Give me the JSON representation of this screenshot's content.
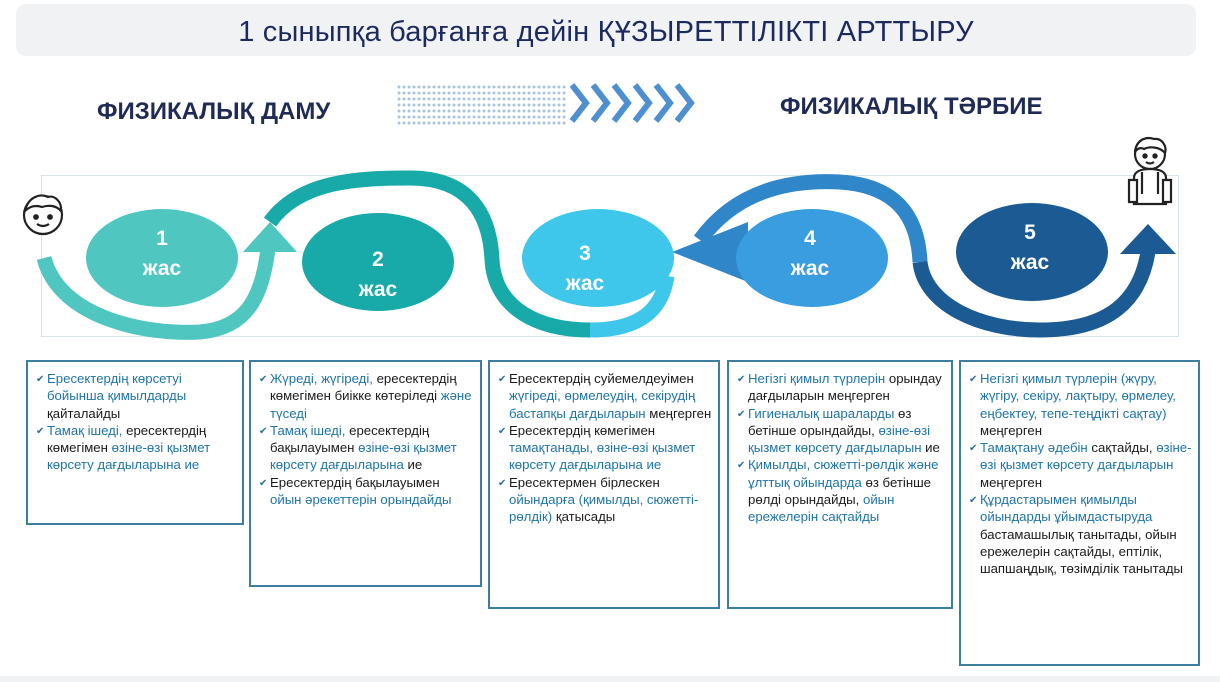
{
  "title": "1 сыныпқа барғанға дейін ҚҰЗЫРЕТТІЛІКТІ АРТТЫРУ",
  "left_heading": "ФИЗИКАЛЫҚ ДАМУ",
  "right_heading": "ФИЗИКАЛЫҚ ТӘРБИЕ",
  "icons": {
    "start": "child-face-icon",
    "end": "child-with-backpack-icon",
    "progress": "chevron-arrows-icon"
  },
  "colors": {
    "title_text": "#1d2a5e",
    "age1": "#4fc7c0",
    "age2": "#17aaa8",
    "age3": "#3ec7ea",
    "age4": "#3a9de0",
    "age5": "#1c5a93",
    "arrow_teal": "#1aa9a4",
    "arrow_blue": "#2f86c9",
    "arrow_navy": "#1c5a93"
  },
  "stages": [
    {
      "number": "1",
      "label": "жас"
    },
    {
      "number": "2",
      "label": "жас"
    },
    {
      "number": "3",
      "label": "жас"
    },
    {
      "number": "4",
      "label": "жас"
    },
    {
      "number": "5",
      "label": "жас"
    }
  ],
  "boxes": [
    {
      "items": [
        [
          {
            "t": "Ересектердің көрсетуі бойынша қимылдарды",
            "c": "blue"
          },
          {
            "t": " қайталайды",
            "c": "dark"
          }
        ],
        [
          {
            "t": "Тамақ ішеді, ",
            "c": "blue"
          },
          {
            "t": "ересектердің көмегімен ",
            "c": "dark"
          },
          {
            "t": "өзіне-өзі қызмет көрсету дағдыларына ие",
            "c": "blue"
          }
        ]
      ]
    },
    {
      "items": [
        [
          {
            "t": "Жүреді, жүгіреді, ",
            "c": "blue"
          },
          {
            "t": "ересектердің көмегімен биікке көтеріледі ",
            "c": "dark"
          },
          {
            "t": "және түседі",
            "c": "blue"
          }
        ],
        [
          {
            "t": "Тамақ ішеді, ",
            "c": "blue"
          },
          {
            "t": "ересектердің бақылауымен ",
            "c": "dark"
          },
          {
            "t": "өзіне-өзі қызмет көрсету дағдыларына ",
            "c": "blue"
          },
          {
            "t": "ие",
            "c": "dark"
          }
        ],
        [
          {
            "t": "Ересектердің бақылауымен ",
            "c": "dark"
          },
          {
            "t": "ойын әрекеттерін орындайды",
            "c": "blue"
          }
        ]
      ]
    },
    {
      "items": [
        [
          {
            "t": "Ересектердің суйемелдеуімен ",
            "c": "dark"
          },
          {
            "t": "жүгіреді, өрмелеудің, секірудің бастапқы дағдыларын ",
            "c": "blue"
          },
          {
            "t": "меңгерген",
            "c": "dark"
          }
        ],
        [
          {
            "t": "Ересектердің көмегімен ",
            "c": "dark"
          },
          {
            "t": "тамақтанады, өзіне-өзі қызмет көрсету дағдыларына ие",
            "c": "blue"
          }
        ],
        [
          {
            "t": "Ересектермен бірлескен ",
            "c": "dark"
          },
          {
            "t": "ойындарға (қимылды, сюжетті-рөлдік) ",
            "c": "blue"
          },
          {
            "t": "қатысады",
            "c": "dark"
          }
        ]
      ]
    },
    {
      "items": [
        [
          {
            "t": "Негізгі қимыл түрлерін ",
            "c": "blue"
          },
          {
            "t": "орындау дағдыларын меңгерген",
            "c": "dark"
          }
        ],
        [
          {
            "t": "Гигиеналық шараларды ",
            "c": "blue"
          },
          {
            "t": "өз бетінше орындайды, ",
            "c": "dark"
          },
          {
            "t": "өзіне-өзі қызмет көрсету дағдыларын ",
            "c": "blue"
          },
          {
            "t": "ие",
            "c": "dark"
          }
        ],
        [
          {
            "t": "Қимылды, сюжетті-рөлдік және ұлттық ойындарда ",
            "c": "blue"
          },
          {
            "t": "өз бетінше рөлді орындайды, ",
            "c": "dark"
          },
          {
            "t": "ойын ережелерін сақтайды",
            "c": "blue"
          }
        ]
      ]
    },
    {
      "items": [
        [
          {
            "t": "Негізгі қимыл түрлерін (жүру, жүгіру, секіру, лақтыру, өрмелеу, еңбектеу, тепе-теңдікті сақтау) ",
            "c": "blue"
          },
          {
            "t": "меңгерген",
            "c": "dark"
          }
        ],
        [
          {
            "t": "Тамақтану әдебін ",
            "c": "blue"
          },
          {
            "t": "сақтайды, ",
            "c": "dark"
          },
          {
            "t": "өзіне-өзі қызмет көрсету дағдыларын ",
            "c": "blue"
          },
          {
            "t": "меңгерген",
            "c": "dark"
          }
        ],
        [
          {
            "t": "Құрдастарымен қимылды ойындарды ұйымдастыруда ",
            "c": "blue"
          },
          {
            "t": "бастамашылық танытады, ойын ережелерін сақтайды, ептілік, шапшаңдық, төзімділік ",
            "c": "dark"
          },
          {
            "t": "танытады",
            "c": "dark"
          }
        ]
      ]
    }
  ]
}
